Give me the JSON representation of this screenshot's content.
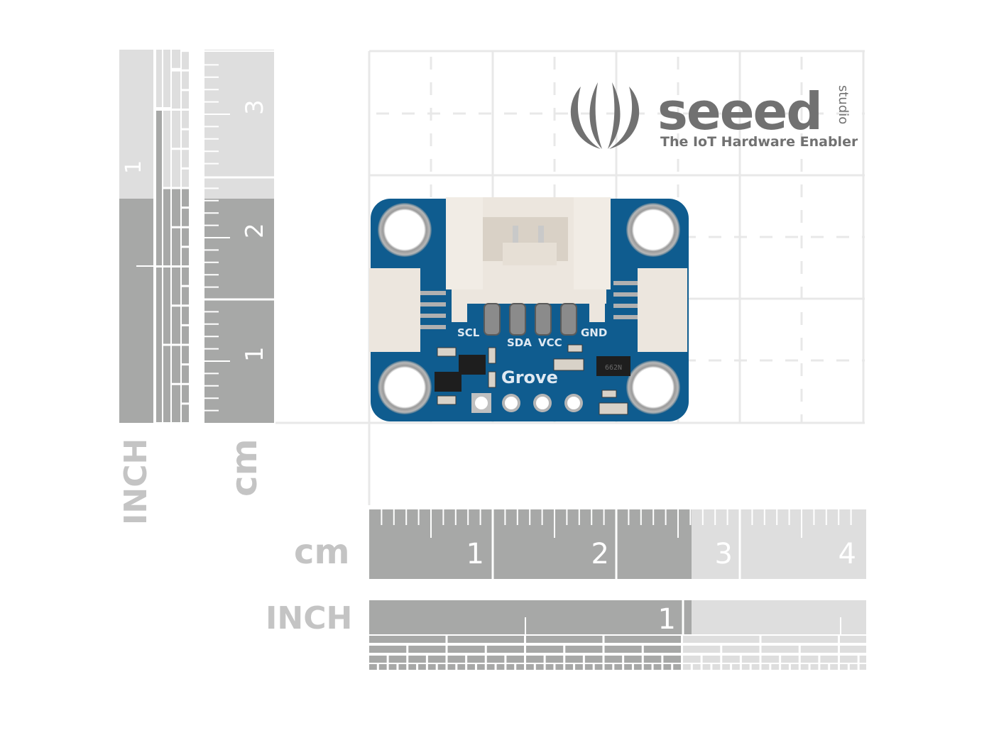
{
  "image": {
    "subject": "Grove I2C hub PCB module on measurement grid",
    "background_color": "#ffffff"
  },
  "brand": {
    "name": "seeed",
    "suffix": "studio",
    "tagline": "The IoT Hardware Enabler",
    "color": "#717171"
  },
  "pcb": {
    "board_color": "#0f5c8f",
    "silkscreen_labels": [
      "SCL",
      "SDA",
      "VCC",
      "GND"
    ],
    "logo_text": "Grove",
    "chip_marking": "662N",
    "connector_color": "#ece6de"
  },
  "rulers": {
    "vertical_inch": {
      "unit_label": "INCH",
      "tick_labels": [
        "1"
      ]
    },
    "vertical_cm": {
      "unit_label": "cm",
      "tick_labels": [
        "1",
        "2",
        "3"
      ]
    },
    "horizontal_cm": {
      "unit_label": "cm",
      "tick_labels": [
        "1",
        "2",
        "3",
        "4"
      ]
    },
    "horizontal_inch": {
      "unit_label": "INCH",
      "tick_labels": [
        "1"
      ]
    },
    "dark_color": "#a7a8a7",
    "light_color": "#dedede",
    "label_color": "#c4c4c4"
  }
}
